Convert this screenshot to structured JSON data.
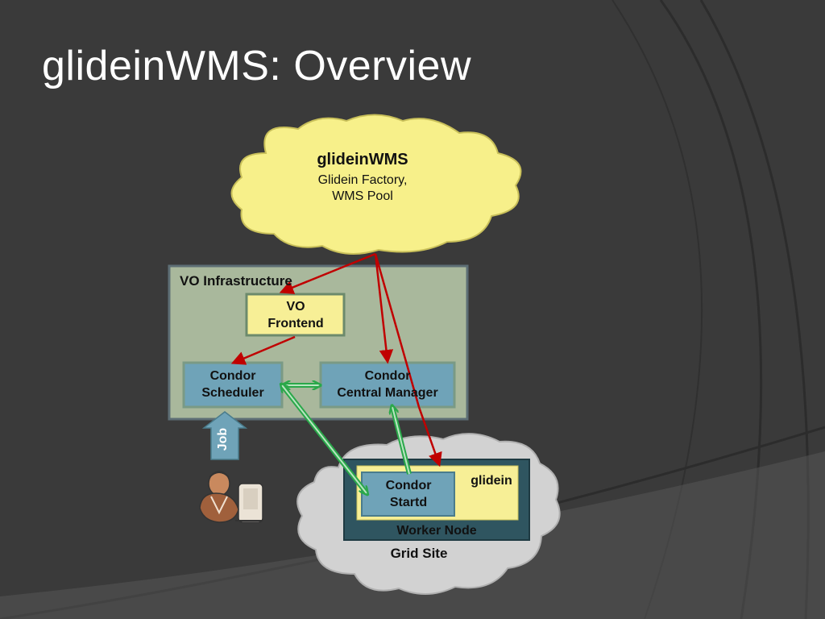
{
  "slide": {
    "title": "glideinWMS: Overview"
  },
  "diagram": {
    "cloud_top": {
      "title": "glideinWMS",
      "line1": "Glidein Factory,",
      "line2": "WMS Pool"
    },
    "vo_infrastructure": "VO Infrastructure",
    "vo_frontend": [
      "VO",
      "Frontend"
    ],
    "condor_scheduler": [
      "Condor",
      "Scheduler"
    ],
    "condor_central_manager": [
      "Condor",
      "Central Manager"
    ],
    "job_label": "Job",
    "condor_startd": [
      "Condor",
      "Startd"
    ],
    "glidein_label": "glidein",
    "worker_node": "Worker Node",
    "grid_site": "Grid Site"
  },
  "colors": {
    "cloud_yellow": "#f7f08a",
    "infra_green": "#a9b89c",
    "box_blue": "#6fa3b8",
    "box_yellow": "#f7ef96",
    "worker_teal": "#2f5560",
    "grey_cloud": "#d2d2d2",
    "arrow_red": "#c00000",
    "arrow_green": "#2aa84a"
  },
  "icons": [
    "user-at-computer-icon"
  ]
}
